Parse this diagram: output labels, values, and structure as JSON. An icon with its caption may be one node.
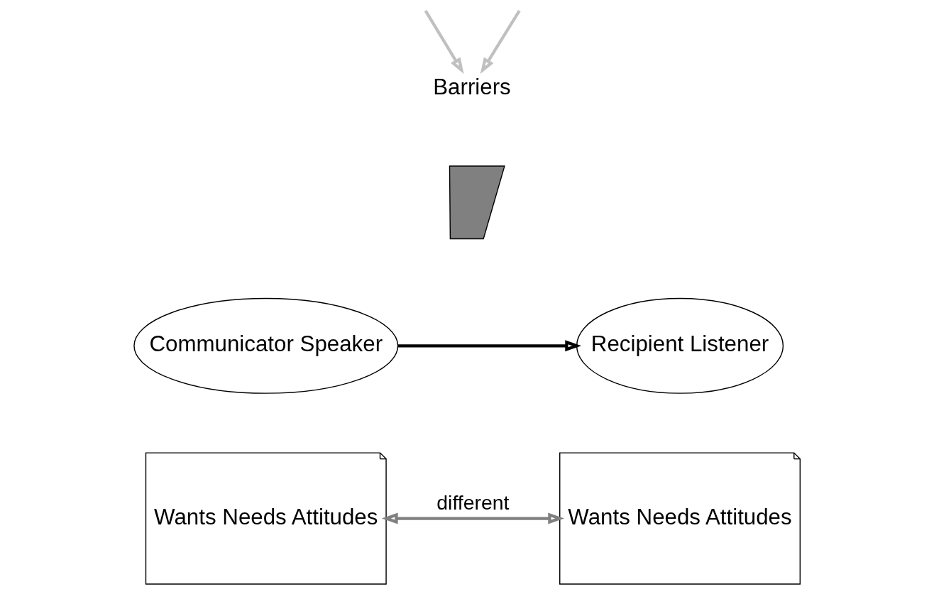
{
  "diagram": {
    "nodes": [
      {
        "text": [
          "Communicator Speaker"
        ]
      },
      {
        "text": [
          "Recipient Listener"
        ]
      },
      {
        "text": [
          "Barriers"
        ]
      },
      {
        "text": [],
        "shape": "lightning"
      },
      {
        "text": [
          "Wants Needs Attitudes"
        ]
      },
      {
        "text": [
          "Wants Needs Attitudes"
        ]
      }
    ],
    "edges": [
      {
        "from": null,
        "to": 2,
        "arrow": "to",
        "color": "#c0c0c0"
      },
      {
        "from": null,
        "to": 2,
        "arrow": "to",
        "color": "#c0c0c0"
      },
      {
        "from": 0,
        "to": 1,
        "arrow": "to",
        "color": "#000000"
      },
      {
        "from": 4,
        "to": 5,
        "arrow": "both",
        "label": "different",
        "color": "#808080"
      }
    ]
  }
}
